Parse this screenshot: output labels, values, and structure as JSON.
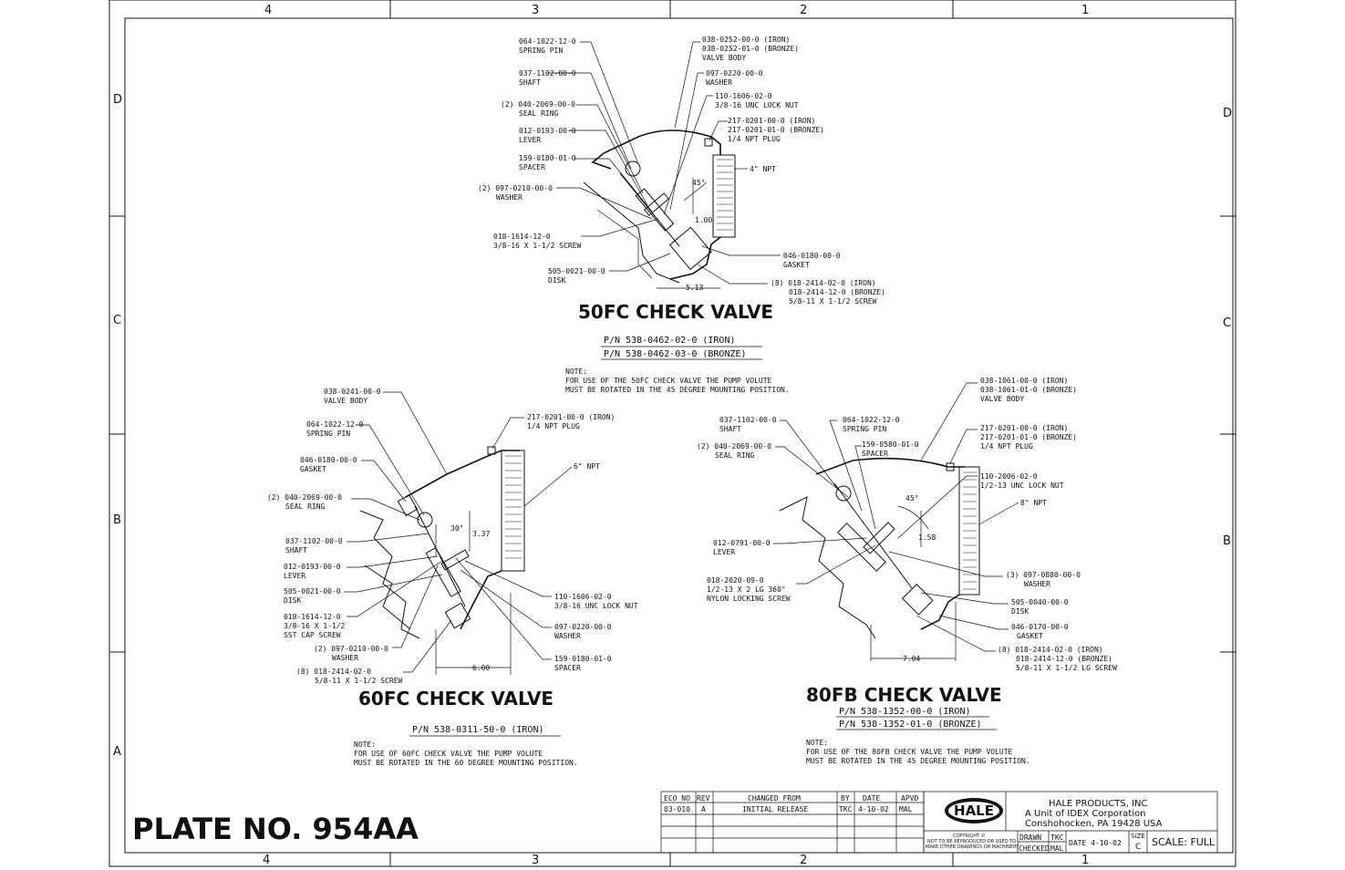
{
  "plate": "PLATE NO. 954AA",
  "zones": {
    "top": [
      "4",
      "3",
      "2",
      "1"
    ],
    "bottom": [
      "4",
      "3",
      "2",
      "1"
    ],
    "left": [
      "D",
      "C",
      "B",
      "A"
    ],
    "right": [
      "D",
      "C",
      "B"
    ]
  },
  "v50": {
    "title": "50FC CHECK VALVE",
    "pn1": "P/N 538-0462-02-0 (IRON)",
    "pn2": "P/N 538-0462-03-0 (BRONZE)",
    "note": [
      "NOTE:",
      "FOR USE OF THE 50FC CHECK VALVE THE PUMP VOLUTE",
      "MUST BE ROTATED IN THE 45 DEGREE MOUNTING POSITION."
    ],
    "angle": "45°",
    "dim_h": "1.00",
    "dim_w": "5.13",
    "npt": "4\" NPT",
    "left": [
      [
        "064-1022-12-0",
        "SPRING PIN"
      ],
      [
        "037-1102-00-0",
        "SHAFT"
      ],
      [
        "(2) 040-2069-00-0",
        "SEAL RING"
      ],
      [
        "012-0193-00-0",
        "LEVER"
      ],
      [
        "159-0180-01-0",
        "SPACER"
      ],
      [
        "(2) 097-0210-00-0",
        "WASHER"
      ],
      [
        "018-1614-12-0",
        "3/8-16 X 1-1/2 SCREW"
      ],
      [
        "505-0021-00-0",
        "DISK"
      ]
    ],
    "right": [
      [
        "038-0252-00-0 (IRON)",
        "038-0252-01-0 (BRONZE)",
        "VALVE BODY"
      ],
      [
        "097-0220-00-0",
        "WASHER"
      ],
      [
        "110-1606-02-0",
        "3/8-16 UNC LOCK NUT"
      ],
      [
        "217-0201-00-0 (IRON)",
        "217-0201-01-0 (BRONZE)",
        "1/4 NPT PLUG"
      ],
      [
        "046-0180-00-0",
        "GASKET"
      ],
      [
        "(8) 018-2414-02-0 (IRON)",
        "018-2414-12-0 (BRONZE)",
        "5/8-11 X 1-1/2 SCREW"
      ]
    ]
  },
  "v60": {
    "title": "60FC CHECK VALVE",
    "pn1": "P/N 538-0311-50-0 (IRON)",
    "note": [
      "NOTE:",
      "FOR USE OF 60FC CHECK VALVE THE PUMP VOLUTE",
      "MUST BE ROTATED IN THE 60 DEGREE MOUNTING POSITION."
    ],
    "angle": "30°",
    "dim_h": "3.37",
    "dim_w": "6.00",
    "npt": "6\" NPT",
    "left": [
      [
        "038-0241-00-0",
        "VALVE BODY"
      ],
      [
        "064-1022-12-0",
        "SPRING PIN"
      ],
      [
        "046-0180-00-0",
        "GASKET"
      ],
      [
        "(2) 040-2069-00-0",
        "SEAL RING"
      ],
      [
        "037-1102-00-0",
        "SHAFT"
      ],
      [
        "012-0193-00-0",
        "LEVER"
      ],
      [
        "505-0021-00-0",
        "DISK"
      ],
      [
        "018-1614-12-0",
        "3/8-16 X 1-1/2",
        "SST CAP SCREW"
      ],
      [
        "(2) 097-0210-00-0",
        "WASHER"
      ],
      [
        "(8) 018-2414-02-0",
        "5/8-11 X 1-1/2 SCREW"
      ]
    ],
    "right": [
      [
        "217-0201-00-0 (IRON)",
        "1/4 NPT PLUG"
      ],
      [
        "110-1606-02-0",
        "3/8-16 UNC LOCK NUT"
      ],
      [
        "097-0220-00-0",
        "WASHER"
      ],
      [
        "159-0180-01-0",
        "SPACER"
      ]
    ]
  },
  "v80": {
    "title": "80FB CHECK VALVE",
    "pn1": "P/N 538-1352-00-0 (IRON)",
    "pn2": "P/N 538-1352-01-0 (BRONZE)",
    "note": [
      "NOTE:",
      "FOR USE OF THE 80FB CHECK VALVE THE PUMP VOLUTE",
      "MUST BE ROTATED IN THE 45 DEGREE MOUNTING POSITION."
    ],
    "angle": "45°",
    "dim_h": "1.58",
    "dim_w": "7.04",
    "npt": "8\" NPT",
    "left": [
      [
        "037-1102-00-0",
        "SHAFT"
      ],
      [
        "(2) 040-2069-00-0",
        "SEAL RING"
      ],
      [
        "012-0791-00-0",
        "LEVER"
      ],
      [
        "018-2020-09-0",
        "1/2-13 X 2 LG 360°",
        "NYLON LOCKING SCREW"
      ]
    ],
    "mid": [
      [
        "064-1022-12-0",
        "SPRING PIN"
      ],
      [
        "159-0580-01-0",
        "SPACER"
      ]
    ],
    "right": [
      [
        "038-1061-00-0 (IRON)",
        "038-1061-01-0 (BRONZE)",
        "VALVE BODY"
      ],
      [
        "217-0201-00-0 (IRON)",
        "217-0201-01-0 (BRONZE)",
        "1/4 NPT PLUG"
      ],
      [
        "110-2006-02-0",
        "1/2-13 UNC LOCK NUT"
      ],
      [
        "(3) 097-0880-00-0",
        "WASHER"
      ],
      [
        "505-0040-00-0",
        "DISK"
      ],
      [
        "046-0170-00-0",
        "GASKET"
      ],
      [
        "(8) 018-2414-02-0 (IRON)",
        "018-2414-12-0 (BRONZE)",
        "5/8-11 X 1-1/2 LG SCREW"
      ]
    ]
  },
  "revision": {
    "headers": [
      "ECO NO",
      "REV",
      "CHANGED FROM",
      "BY",
      "DATE",
      "APVD"
    ],
    "row": [
      "03-010",
      "A",
      "INITIAL RELEASE",
      "TKC",
      "4-10-02",
      "MAL"
    ]
  },
  "title_block": {
    "logo": "HALE",
    "company": "HALE PRODUCTS, INC",
    "subsidiary": "A Unit of IDEX Corporation",
    "address": "Conshohocken, PA 19428 USA",
    "copyright": [
      "COPYRIGHT ©",
      "NOT TO BE REPRODUCED OR USED TO",
      "MAKE OTHER DRAWINGS OR MACHINERY"
    ],
    "drawn_label": "DRAWN",
    "drawn": "TKC",
    "checked_label": "CHECKED",
    "checked": "MAL",
    "date": "DATE 4-10-02",
    "size_label": "SIZE",
    "size": "C",
    "scale": "SCALE: FULL"
  }
}
